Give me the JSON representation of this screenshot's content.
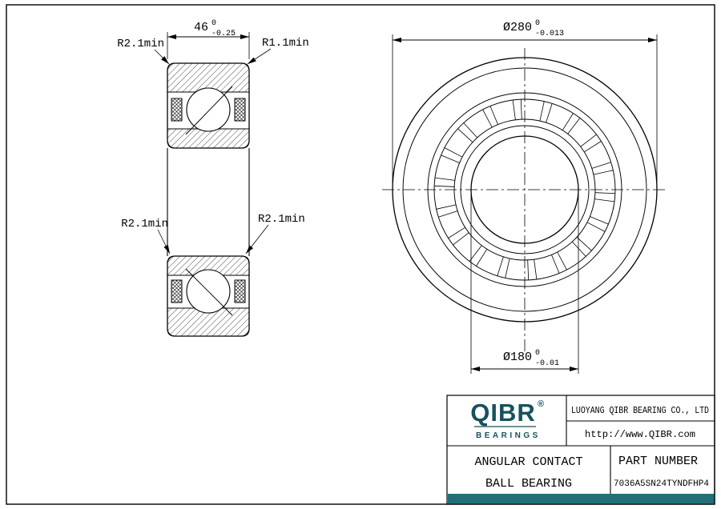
{
  "drawing": {
    "width_dim": {
      "value": "46",
      "tol_upper": "0",
      "tol_lower": "-0.25"
    },
    "outer_dia": {
      "value": "Ø280",
      "tol_upper": "0",
      "tol_lower": "-0.013"
    },
    "bore_dia": {
      "value": "Ø180",
      "tol_upper": "0",
      "tol_lower": "-0.01"
    },
    "radius_top_left": "R2.1min",
    "radius_top_right": "R1.1min",
    "radius_mid_left": "R2.1min",
    "radius_mid_right": "R2.1min"
  },
  "title_block": {
    "logo": {
      "name": "QIBR",
      "registered": "®",
      "subtitle": "BEARINGS"
    },
    "company": "LUOYANG QIBR BEARING CO., LTD",
    "website": "http://www.QIBR.com",
    "product_type_line1": "ANGULAR CONTACT",
    "product_type_line2": "BALL BEARING",
    "part_number_label": "PART NUMBER",
    "part_number": "7036A5SN24TYNDFHP4"
  },
  "colors": {
    "accent_teal": "#226F77",
    "logo_teal": "#17525C",
    "line": "#000000"
  }
}
